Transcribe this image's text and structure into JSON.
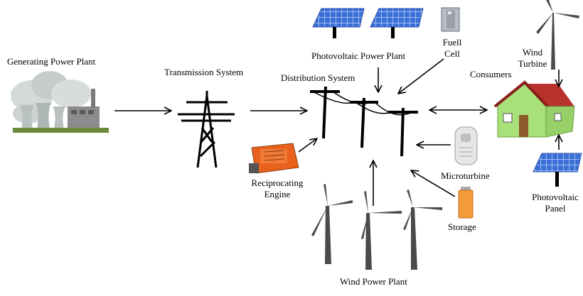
{
  "labels": {
    "generating_plant": "Generating Power Plant",
    "transmission": "Transmission System",
    "distribution": "Distribution System",
    "pv_plant": "Photovoltaic Power Plant",
    "fuel_cell_1": "Fuell",
    "fuel_cell_2": "Cell",
    "wind_turbine_1": "Wind",
    "wind_turbine_2": "Turbine",
    "consumers": "Consumers",
    "recip_1": "Reciprocating",
    "recip_2": "Engine",
    "microturbine": "Microturbine",
    "storage": "Storage",
    "pv_panel_1": "Photovoltaic",
    "pv_panel_2": "Panel",
    "wind_plant": "Wind Power Plant"
  },
  "colors": {
    "line": "#000000",
    "solar_panel": "#3a6fd8",
    "solar_grid": "#dfe8ff",
    "house_wall": "#a8e07a",
    "house_roof": "#b8322c",
    "engine": "#e8621e",
    "storage": "#f39a3a",
    "turbine": "#4a4a4a",
    "smoke": "#c9cfcf"
  },
  "icons": [
    "power-plant-icon",
    "transmission-tower-icon",
    "distribution-poles-icon",
    "solar-panel-icon",
    "fuel-cell-icon",
    "wind-turbine-icon",
    "house-icon",
    "engine-icon",
    "microturbine-icon",
    "battery-icon"
  ]
}
